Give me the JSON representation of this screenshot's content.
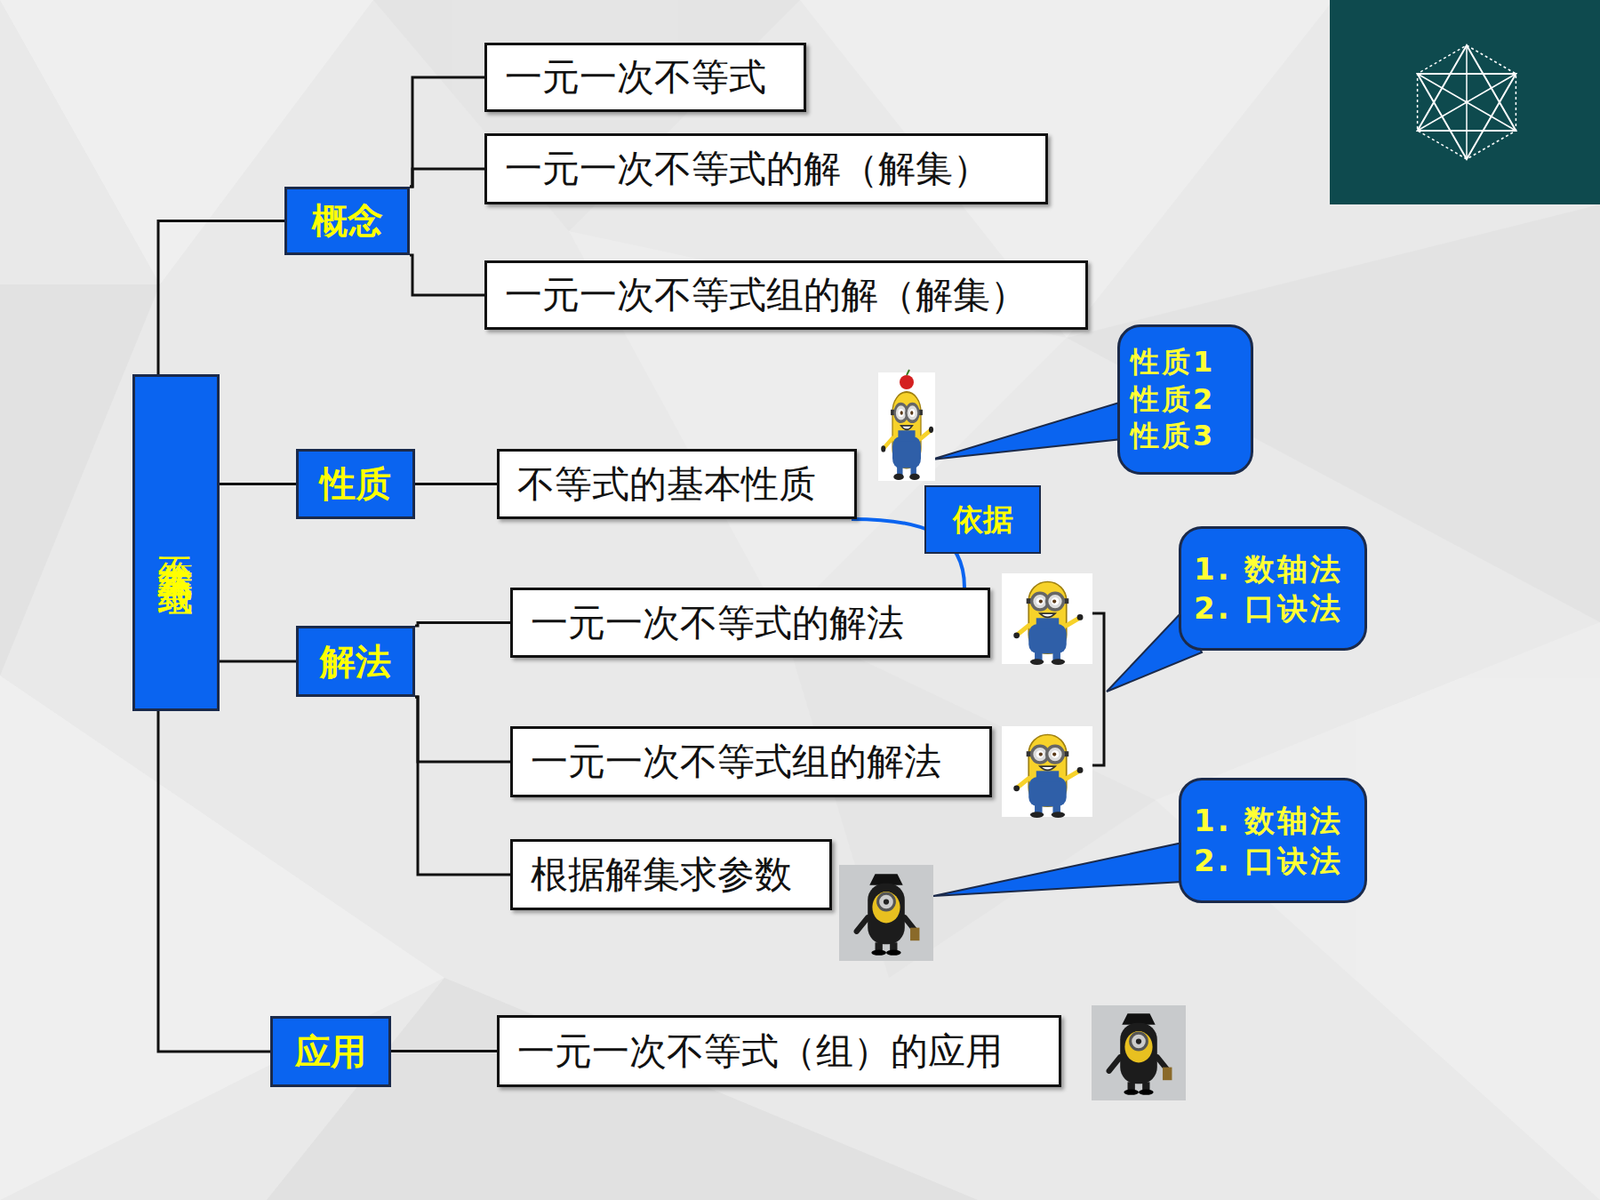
{
  "diagram": {
    "nodes": [
      {
        "text": [
          "不等式与不等式组"
        ]
      },
      {
        "text": [
          "概念"
        ]
      },
      {
        "text": [
          "一元一次不等式"
        ]
      },
      {
        "text": [
          "一元一次不等式的解（解集）"
        ]
      },
      {
        "text": [
          "一元一次不等式组的解（解集）"
        ]
      },
      {
        "text": [
          "性质"
        ]
      },
      {
        "text": [
          "不等式的基本性质"
        ]
      },
      {
        "text": [
          "性质1 性质2 性质3"
        ]
      },
      {
        "text": [
          "解法"
        ]
      },
      {
        "text": [
          "一元一次不等式的解法"
        ]
      },
      {
        "text": [
          "一元一次不等式组的解法"
        ]
      },
      {
        "text": [
          "根据解集求参数"
        ]
      },
      {
        "text": [
          "1. 数轴法 2. 口诀法"
        ]
      },
      {
        "text": [
          "1. 数轴法 2. 口诀法"
        ]
      },
      {
        "text": [
          "应用"
        ]
      },
      {
        "text": [
          "一元一次不等式（组）的应用"
        ]
      }
    ],
    "edges": [
      {
        "from": 0,
        "to": 1,
        "arrow": "none"
      },
      {
        "from": 0,
        "to": 5,
        "arrow": "none"
      },
      {
        "from": 0,
        "to": 8,
        "arrow": "none"
      },
      {
        "from": 0,
        "to": 14,
        "arrow": "none"
      },
      {
        "from": 1,
        "to": 2,
        "arrow": "none"
      },
      {
        "from": 1,
        "to": 3,
        "arrow": "none"
      },
      {
        "from": 1,
        "to": 4,
        "arrow": "none"
      },
      {
        "from": 5,
        "to": 6,
        "arrow": "none"
      },
      {
        "from": 8,
        "to": 9,
        "arrow": "none"
      },
      {
        "from": 8,
        "to": 10,
        "arrow": "none"
      },
      {
        "from": 8,
        "to": 11,
        "arrow": "none"
      },
      {
        "from": 14,
        "to": 15,
        "arrow": "none"
      },
      {
        "from": 6,
        "to": 9,
        "label": "依据",
        "arrow": "none"
      }
    ]
  }
}
